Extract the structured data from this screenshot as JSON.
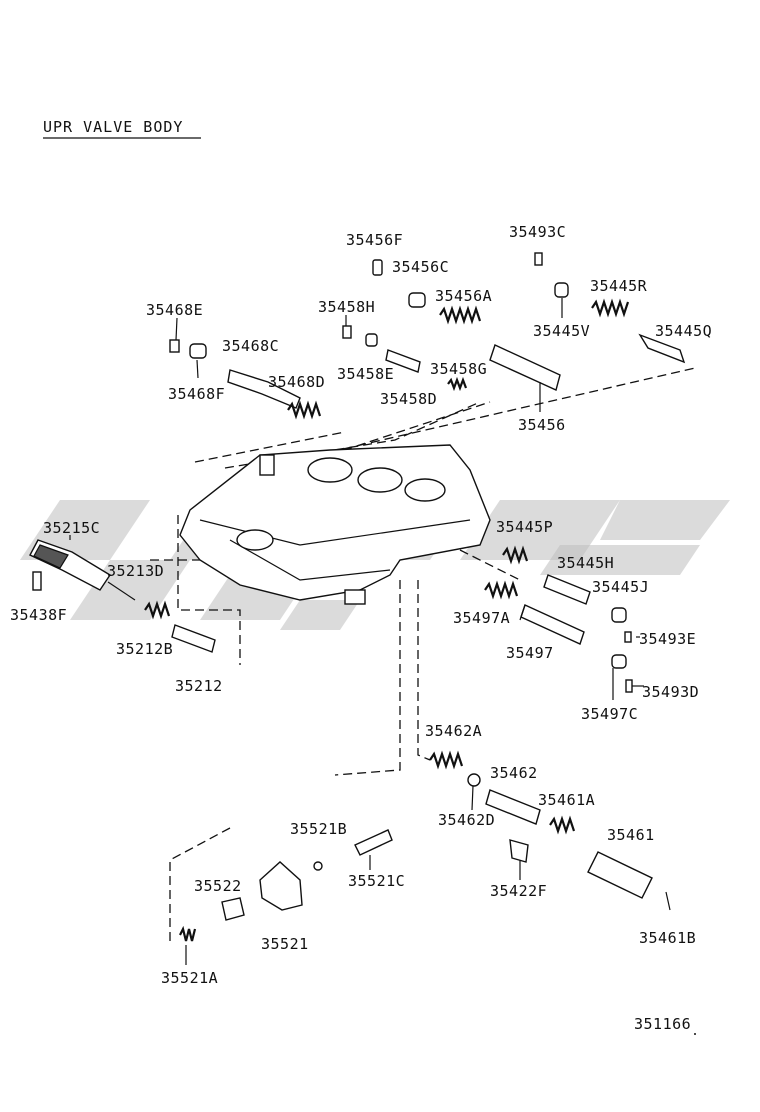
{
  "diagram": {
    "title": "UPR VALVE BODY",
    "figure_number": "351166",
    "part_labels": [
      "35456F",
      "35493C",
      "35456C",
      "35456A",
      "35445R",
      "35468E",
      "35458H",
      "35445V",
      "35445Q",
      "35468C",
      "35458E",
      "35458G",
      "35468F",
      "35468D",
      "35458D",
      "35456",
      "35215C",
      "35445P",
      "35213D",
      "35445H",
      "35445J",
      "35438F",
      "35497A",
      "35212B",
      "35493E",
      "35497",
      "35212",
      "35493D",
      "35497C",
      "35462A",
      "35462",
      "35461A",
      "35462D",
      "35521B",
      "35461",
      "35521C",
      "35422F",
      "35522",
      "35461B",
      "35521",
      "35521A"
    ]
  }
}
